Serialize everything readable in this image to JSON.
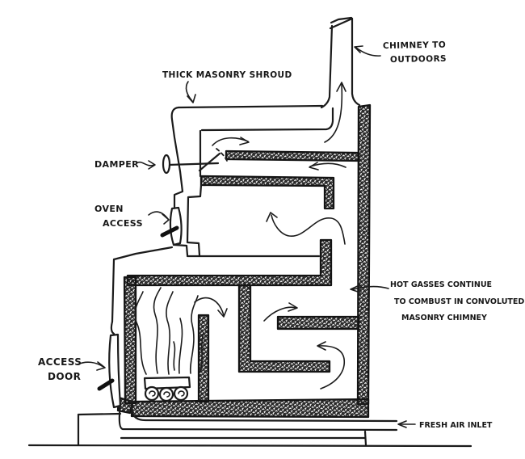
{
  "diagram_type": "hand-drawn masonry stove cross-section",
  "colors": {
    "ink": "#1b1b1b",
    "paper": "#ffffff"
  },
  "labels": {
    "chimney_to_outdoors": {
      "line1": "CHIMNEY TO",
      "line2": "OUTDOORS"
    },
    "thick_masonry_shroud": {
      "text": "THICK MASONRY SHROUD"
    },
    "damper": {
      "text": "DAMPER"
    },
    "oven_access": {
      "line1": "OVEN",
      "line2": "ACCESS"
    },
    "hot_gasses": {
      "line1": "HOT GASSES CONTINUE",
      "line2": "TO COMBUST IN CONVOLUTED",
      "line3": "MASONRY CHIMNEY"
    },
    "access_door": {
      "line1": "ACCESS",
      "line2": "DOOR"
    },
    "fresh_air_inlet": {
      "text": "FRESH AIR INLET"
    }
  }
}
